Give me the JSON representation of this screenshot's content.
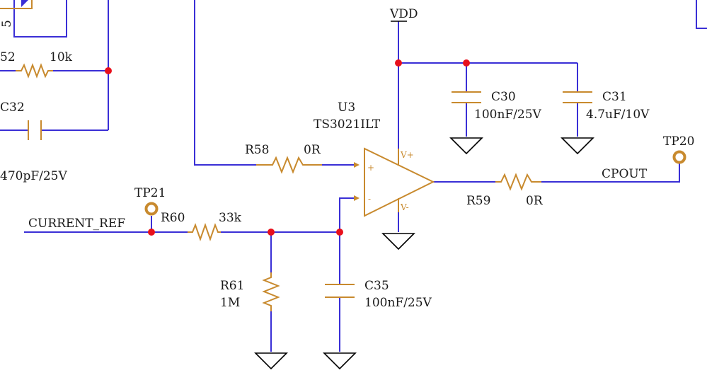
{
  "colors": {
    "wire": "#3a2fd6",
    "component": "#c88a2e",
    "junction": "#e8101c",
    "text": "#1a1a1a"
  },
  "labels": {
    "vdd": "VDD",
    "u3_ref": "U3",
    "u3_value": "TS3021ILT",
    "pin_vplus": "V+",
    "pin_vminus": "V-",
    "pin_plus": "+",
    "pin_minus": "-",
    "r58_ref": "R58",
    "r58_value": "0R",
    "r59_ref": "R59",
    "r59_value": "0R",
    "r60_ref": "R60",
    "r60_value": "33k",
    "r61_ref": "R61",
    "r61_value": "1M",
    "r52_ref": "52",
    "r52_value": "10k",
    "c30_ref": "C30",
    "c30_value": "100nF/25V",
    "c31_ref": "C31",
    "c31_value": "4.7uF/10V",
    "c32_ref": "C32",
    "c32_value": "470pF/25V",
    "c35_ref": "C35",
    "c35_value": "100nF/25V",
    "tp20": "TP20",
    "tp21": "TP21",
    "net_cpout": "CPOUT",
    "net_current_ref": "CURRENT_REF",
    "pin_5": "5"
  }
}
